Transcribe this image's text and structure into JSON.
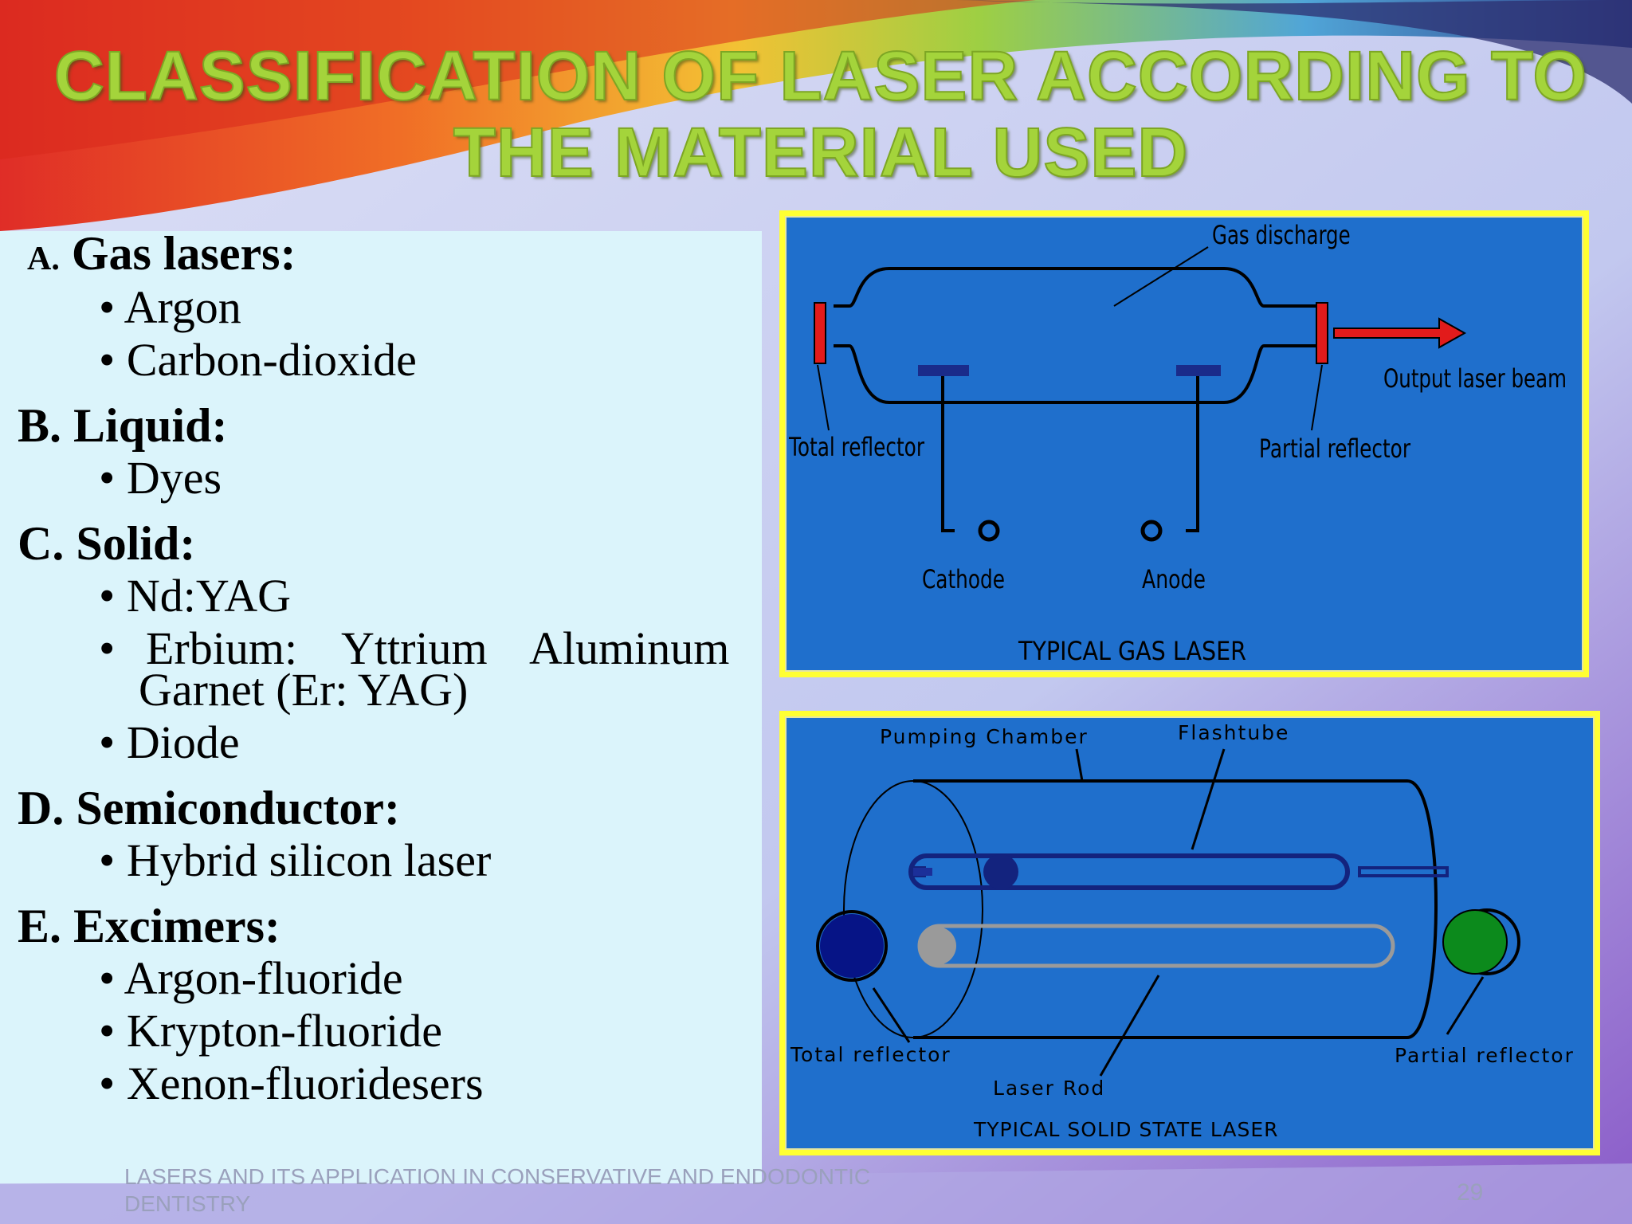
{
  "slide": {
    "title_line1": "CLASSIFICATION OF LASER ACCORDING TO",
    "title_line2": "THE MATERIAL USED",
    "footer_line1": "LASERS AND ITS APPLICATION IN CONSERVATIVE AND ENDODONTIC",
    "footer_line2": "DENTISTRY",
    "page_number": "29"
  },
  "classification": {
    "a_letter": "A.",
    "a_title": "Gas lasers:",
    "a_items": [
      "Argon",
      "Carbon-dioxide"
    ],
    "b_title": "B. Liquid:",
    "b_items": [
      "Dyes"
    ],
    "c_title": "C. Solid:",
    "c_items": [
      "Nd:YAG",
      "Erbium:",
      "Yttrium",
      "Aluminum",
      "Garnet (Er: YAG)",
      "Diode"
    ],
    "d_title": "D. Semiconductor:",
    "d_items": [
      "Hybrid silicon laser"
    ],
    "e_title": "E. Excimers:",
    "e_items": [
      "Argon-fluoride",
      "Krypton-fluoride",
      "Xenon-fluoridesers"
    ]
  },
  "gas_diagram": {
    "gas_discharge": "Gas discharge",
    "output_beam": "Output laser beam",
    "total_reflector": "Total reflector",
    "partial_reflector": "Partial reflector",
    "cathode": "Cathode",
    "anode": "Anode",
    "caption": "TYPICAL GAS LASER"
  },
  "solid_diagram": {
    "pumping_chamber": "Pumping Chamber",
    "flashtube": "Flashtube",
    "total_reflector": "Total reflector",
    "partial_reflector": "Partial reflector",
    "laser_rod": "Laser Rod",
    "caption": "TYPICAL SOLID STATE LASER"
  },
  "colors": {
    "title": "#a4d43b",
    "panel": "#dbf4fb",
    "diagram_bg": "#1f6fcc",
    "diagram_border": "#ffff33"
  }
}
